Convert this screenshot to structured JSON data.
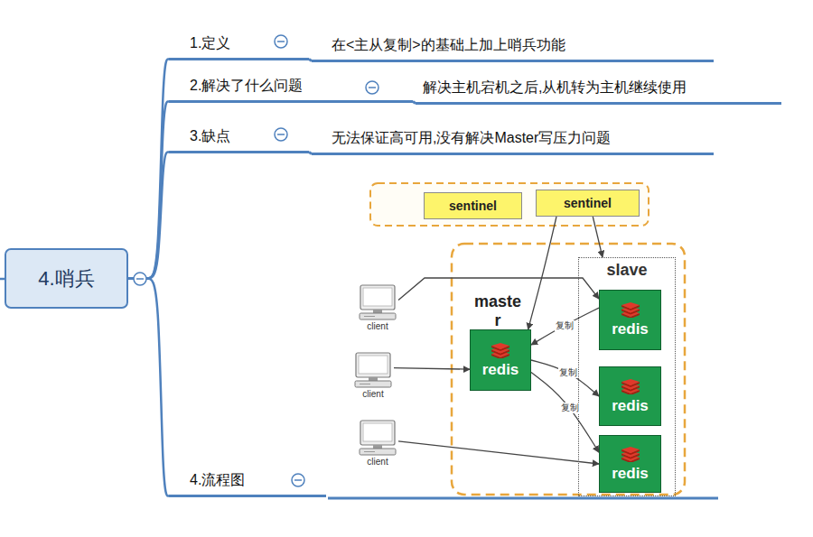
{
  "diagram": {
    "nodes": [
      {
        "text": [
          "4.哨兵"
        ]
      },
      {
        "text": [
          "1.定义"
        ]
      },
      {
        "text": [
          "在<主从复制>的基础上加上哨兵功能"
        ]
      },
      {
        "text": [
          "2.解决了什么问题"
        ]
      },
      {
        "text": [
          "解决主机宕机之后,从机转为主机继续使用"
        ]
      },
      {
        "text": [
          "3.缺点"
        ]
      },
      {
        "text": [
          "无法保证高可用,没有解决Master写压力问题"
        ]
      },
      {
        "text": [
          "4.流程图"
        ]
      },
      {
        "text": [
          "sentinel"
        ]
      },
      {
        "text": [
          "sentinel"
        ]
      },
      {
        "text": [
          "maste r",
          "redis"
        ]
      },
      {
        "text": [
          "slave"
        ]
      },
      {
        "text": [
          "redis"
        ],
        "in": 11
      },
      {
        "text": [
          "redis"
        ],
        "in": 11
      },
      {
        "text": [
          "redis"
        ],
        "in": 11
      },
      {
        "text": [
          "client"
        ]
      },
      {
        "text": [
          "client"
        ]
      },
      {
        "text": [
          "client"
        ]
      }
    ],
    "edges": [
      {
        "from": 0,
        "to": 1,
        "arrow": "none"
      },
      {
        "from": 0,
        "to": 3,
        "arrow": "none"
      },
      {
        "from": 0,
        "to": 5,
        "arrow": "none"
      },
      {
        "from": 0,
        "to": 7,
        "arrow": "none"
      },
      {
        "from": 1,
        "to": 2,
        "arrow": "none"
      },
      {
        "from": 3,
        "to": 4,
        "arrow": "none"
      },
      {
        "from": 5,
        "to": 6,
        "arrow": "none"
      },
      {
        "from": 9,
        "to": 10,
        "arrow": "to"
      },
      {
        "from": 9,
        "to": 11,
        "arrow": "to"
      },
      {
        "from": 15,
        "to": 12,
        "arrow": "to"
      },
      {
        "from": 16,
        "to": 10,
        "arrow": "to"
      },
      {
        "from": 17,
        "to": 14,
        "arrow": "to"
      },
      {
        "from": 12,
        "to": 10,
        "label": "复制",
        "arrow": "to"
      },
      {
        "from": 10,
        "to": 13,
        "label": "复制",
        "arrow": "to"
      },
      {
        "from": 10,
        "to": 14,
        "label": "复制",
        "arrow": "to"
      }
    ]
  }
}
